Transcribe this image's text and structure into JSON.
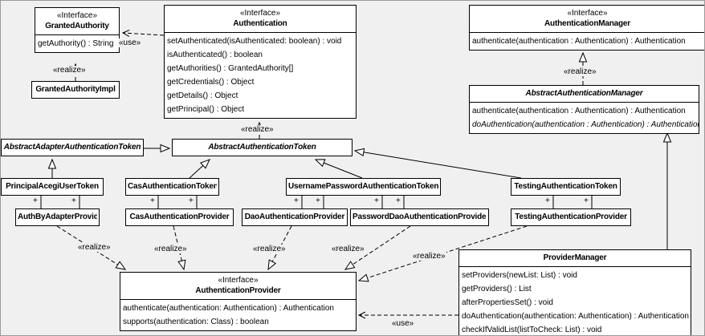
{
  "colors": {
    "background": "#f0f0f0",
    "box_fill": "#ffffff",
    "line": "#000000"
  },
  "edge_labels": {
    "use": "«use»",
    "realize": "«realize»",
    "plus": "+"
  },
  "classes": {
    "granted_authority": {
      "stereotype": "«Interface»",
      "name": "GrantedAuthority",
      "methods": [
        "getAuthority() : String"
      ]
    },
    "granted_authority_impl": {
      "name": "GrantedAuthorityImpl"
    },
    "authentication": {
      "stereotype": "«Interface»",
      "name": "Authentication",
      "methods": [
        "setAuthenticated(isAuthenticated: boolean) : void",
        "isAuthenticated() : boolean",
        "getAuthorities() : GrantedAuthority[]",
        "getCredentials() : Object",
        "getDetails() : Object",
        "getPrincipal() : Object"
      ]
    },
    "authentication_manager": {
      "stereotype": "«Interface»",
      "name": "AuthenticationManager",
      "methods": [
        "authenticate(authentication : Authentication) : Authentication"
      ]
    },
    "abstract_authentication_manager": {
      "name": "AbstractAuthenticationManager",
      "abstract": true,
      "methods": [
        "authenticate(authentication : Authentication) : Authentication",
        "doAuthentication(authentication : Authentication) : Authentication"
      ]
    },
    "abstract_adapter_authentication_token": {
      "name": "AbstractAdapterAuthenticationToken",
      "abstract": true
    },
    "abstract_authentication_token": {
      "name": "AbstractAuthenticationToken",
      "abstract": true
    },
    "principal_acegi_user_token": {
      "name": "PrincipalAcegiUserToken"
    },
    "cas_authentication_token": {
      "name": "CasAuthenticationToken"
    },
    "username_password_authentication_token": {
      "name": "UsernamePasswordAuthenticationToken"
    },
    "testing_authentication_token": {
      "name": "TestingAuthenticationToken"
    },
    "auth_by_adapter_provider": {
      "name": "AuthByAdapterProvider"
    },
    "cas_authentication_provider": {
      "name": "CasAuthenticationProvider"
    },
    "dao_authentication_provider": {
      "name": "DaoAuthenticationProvider"
    },
    "password_dao_authentication_provider": {
      "name": "PasswordDaoAuthenticationProvider"
    },
    "testing_authentication_provider": {
      "name": "TestingAuthenticationProvider"
    },
    "authentication_provider": {
      "stereotype": "«Interface»",
      "name": "AuthenticationProvider",
      "methods": [
        "authenticate(authentication: Authentication) : Authentication",
        "supports(authentication: Class) : boolean"
      ]
    },
    "provider_manager": {
      "name": "ProviderManager",
      "methods": [
        "setProviders(newList: List) : void",
        "getProviders() : List",
        "afterPropertiesSet() : void",
        "doAuthentication(authentication: Authentication) : Authentication",
        "checkIfValidList(listToCheck: List) : void"
      ]
    }
  }
}
